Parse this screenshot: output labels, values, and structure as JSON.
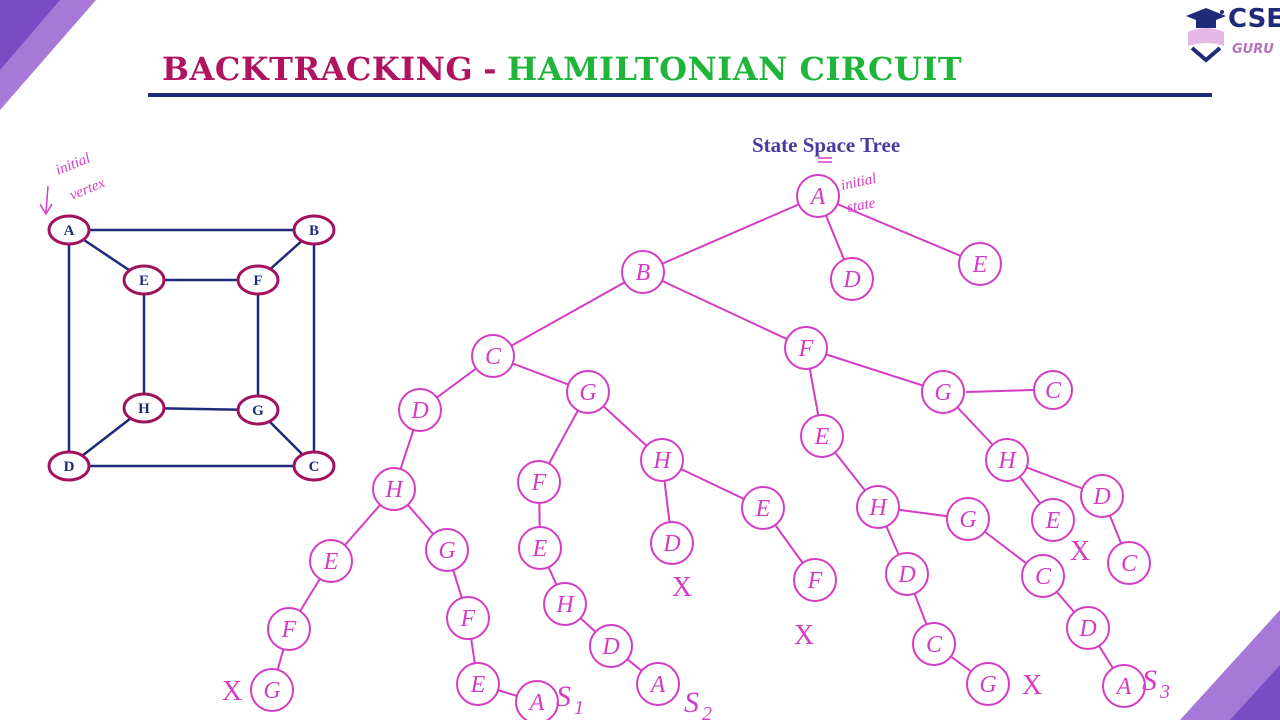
{
  "header": {
    "title_part1": "BACKTRACKING",
    "separator": "-",
    "title_part2": "HAMILTONIAN CIRCUIT"
  },
  "logo": {
    "text_main": "CSE",
    "text_sub": "GURU"
  },
  "graph": {
    "annotation": [
      "initial",
      "vertex"
    ],
    "vertices": [
      "A",
      "B",
      "C",
      "D",
      "E",
      "F",
      "G",
      "H"
    ],
    "edges": [
      [
        "A",
        "B"
      ],
      [
        "A",
        "E"
      ],
      [
        "A",
        "D"
      ],
      [
        "B",
        "F"
      ],
      [
        "B",
        "C"
      ],
      [
        "E",
        "F"
      ],
      [
        "E",
        "H"
      ],
      [
        "F",
        "G"
      ],
      [
        "H",
        "G"
      ],
      [
        "H",
        "D"
      ],
      [
        "G",
        "C"
      ],
      [
        "D",
        "C"
      ]
    ]
  },
  "state_space_tree": {
    "title": "State Space Tree",
    "root_annotation": [
      "initial",
      "state"
    ],
    "nodes": [
      {
        "id": "n1",
        "label": "A"
      },
      {
        "id": "n2",
        "label": "B"
      },
      {
        "id": "n3",
        "label": "D"
      },
      {
        "id": "n4",
        "label": "E"
      },
      {
        "id": "n5",
        "label": "C"
      },
      {
        "id": "n6",
        "label": "F"
      },
      {
        "id": "n7",
        "label": "D"
      },
      {
        "id": "n8",
        "label": "G"
      },
      {
        "id": "n9",
        "label": "H"
      },
      {
        "id": "n10",
        "label": "E"
      },
      {
        "id": "n11",
        "label": "F"
      },
      {
        "id": "n12",
        "label": "G"
      },
      {
        "id": "n13",
        "label": "G"
      },
      {
        "id": "n14",
        "label": "F"
      },
      {
        "id": "n15",
        "label": "E"
      },
      {
        "id": "n16",
        "label": "E"
      },
      {
        "id": "n17",
        "label": "H"
      },
      {
        "id": "n18",
        "label": "A"
      },
      {
        "id": "n19",
        "label": "D"
      },
      {
        "id": "n20",
        "label": "A"
      },
      {
        "id": "n21",
        "label": "H"
      },
      {
        "id": "n22",
        "label": "D"
      },
      {
        "id": "n23",
        "label": "E"
      },
      {
        "id": "n24",
        "label": "F"
      },
      {
        "id": "n25",
        "label": "E"
      },
      {
        "id": "n26",
        "label": "H"
      },
      {
        "id": "n27",
        "label": "G"
      },
      {
        "id": "n28",
        "label": "D"
      },
      {
        "id": "n29",
        "label": "C"
      },
      {
        "id": "n30",
        "label": "G"
      },
      {
        "id": "n31",
        "label": "C"
      },
      {
        "id": "n32",
        "label": "D"
      },
      {
        "id": "n33",
        "label": "A"
      },
      {
        "id": "n34",
        "label": "G"
      },
      {
        "id": "n35",
        "label": "C"
      },
      {
        "id": "n36",
        "label": "H"
      },
      {
        "id": "n37",
        "label": "E"
      },
      {
        "id": "n38",
        "label": "D"
      },
      {
        "id": "n39",
        "label": "C"
      }
    ],
    "edges": [
      [
        "n1",
        "n2"
      ],
      [
        "n1",
        "n3"
      ],
      [
        "n1",
        "n4"
      ],
      [
        "n2",
        "n5"
      ],
      [
        "n2",
        "n6"
      ],
      [
        "n5",
        "n7"
      ],
      [
        "n5",
        "n8"
      ],
      [
        "n7",
        "n9"
      ],
      [
        "n9",
        "n10"
      ],
      [
        "n9",
        "n12"
      ],
      [
        "n10",
        "n11"
      ],
      [
        "n11",
        "n13"
      ],
      [
        "n12",
        "n14"
      ],
      [
        "n14",
        "n15"
      ],
      [
        "n15",
        "n18"
      ],
      [
        "n8",
        "n16"
      ],
      [
        "n8",
        "n17"
      ],
      [
        "n16",
        "n15b"
      ],
      [
        "n6",
        "n23"
      ],
      [
        "n6",
        "n34"
      ]
    ],
    "dead_end_mark": "X",
    "solutions": [
      {
        "label": "S",
        "index": "1"
      },
      {
        "label": "S",
        "index": "2"
      },
      {
        "label": "S",
        "index": "3"
      }
    ]
  }
}
